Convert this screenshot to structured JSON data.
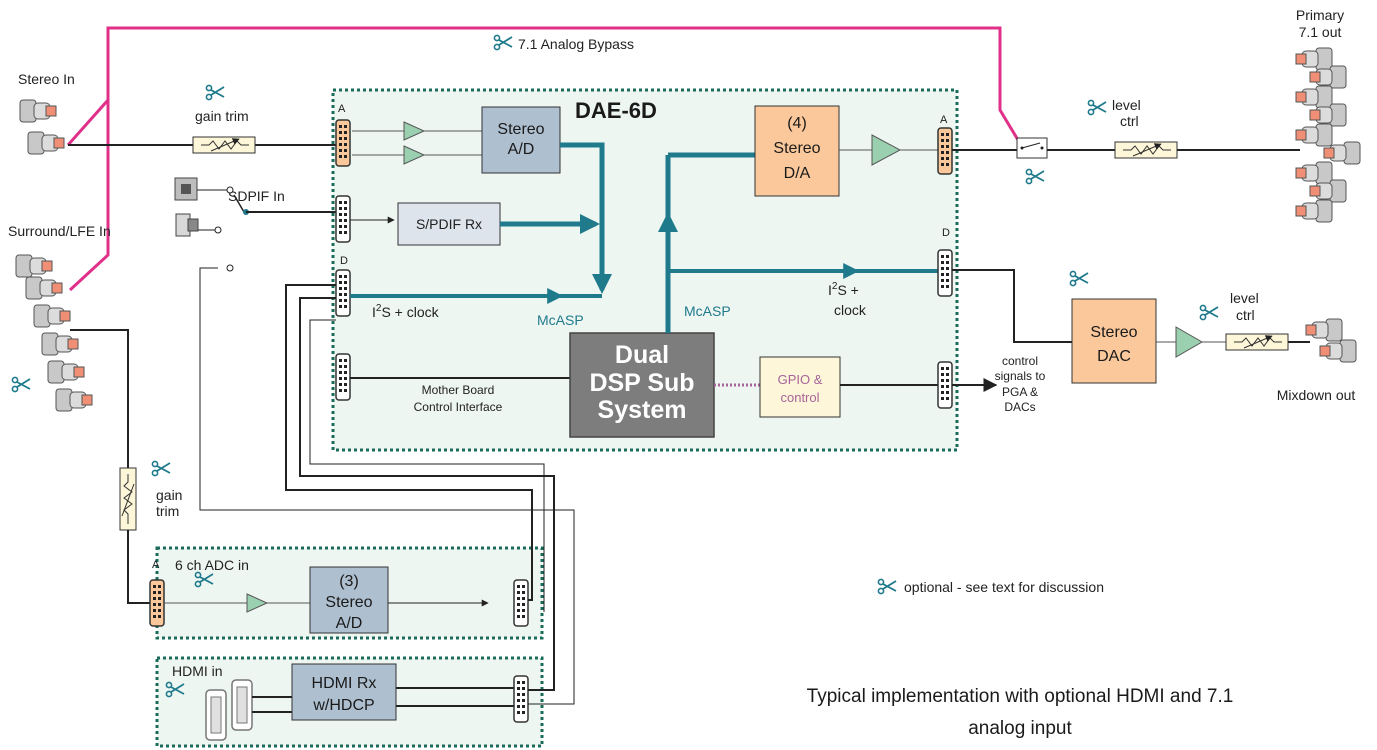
{
  "labels": {
    "analog_bypass": "7.1 Analog Bypass",
    "stereo_in": "Stereo In",
    "gain_trim": "gain trim",
    "sdpif_in": "SDPIF In",
    "surround_in": "Surround/LFE In",
    "primary_out_l1": "Primary",
    "primary_out_l2": "7.1 out",
    "level_ctrl_l1": "level",
    "level_ctrl_l2": "ctrl",
    "mixdown_out": "Mixdown out",
    "gain_l1": "gain",
    "gain_l2": "trim",
    "adc_in": "6 ch ADC in",
    "hdmi_in": "HDMI in",
    "optional_note": "optional - see text for discussion",
    "caption_l1": "Typical implementation with optional HDMI and 7.1",
    "caption_l2": "analog input"
  },
  "board": {
    "title": "DAE-6D",
    "stereo_ad_l1": "Stereo",
    "stereo_ad_l2": "A/D",
    "spdif_rx": "S/PDIF Rx",
    "i2s_l1": "I",
    "i2s_sup": "2",
    "i2s_l1b": "S + clock",
    "mcasp": "McASP",
    "i2s_r_l1": "I",
    "i2s_r_sup": "2",
    "i2s_r_l1b": "S +",
    "i2s_r_l2": "clock",
    "mb_l1": "Mother Board",
    "mb_l2": "Control Interface",
    "dsp_l1": "Dual",
    "dsp_l2": "DSP Sub",
    "dsp_l3": "System",
    "gpio_l1": "GPIO &",
    "gpio_l2": "control",
    "dac_l1": "(4)",
    "dac_l2": "Stereo",
    "dac_l3": "D/A",
    "ctrl_l1": "control",
    "ctrl_l2": "signals to",
    "ctrl_l3": "PGA &",
    "ctrl_l4": "DACs"
  },
  "mixdown": {
    "dac_l1": "Stereo",
    "dac_l2": "DAC"
  },
  "adc_board": {
    "block_l1": "(3)",
    "block_l2": "Stereo",
    "block_l3": "A/D"
  },
  "hdmi_board": {
    "block_l1": "HDMI Rx",
    "block_l2": "w/HDCP"
  },
  "pins": {
    "a": "A",
    "d": "D"
  },
  "colors": {
    "bus": "#1f7a8c",
    "bypass": "#e0308a",
    "board_fill": "#eef6f2",
    "board_border": "#1a6b5a",
    "blue_block": "#aebfd0",
    "dac_block": "#fbc89b",
    "dsp_block": "#7d7d7d",
    "amp": "#9ad0b0",
    "gpio_block": "#fdf6d8",
    "trim": "#fdf6d8"
  }
}
